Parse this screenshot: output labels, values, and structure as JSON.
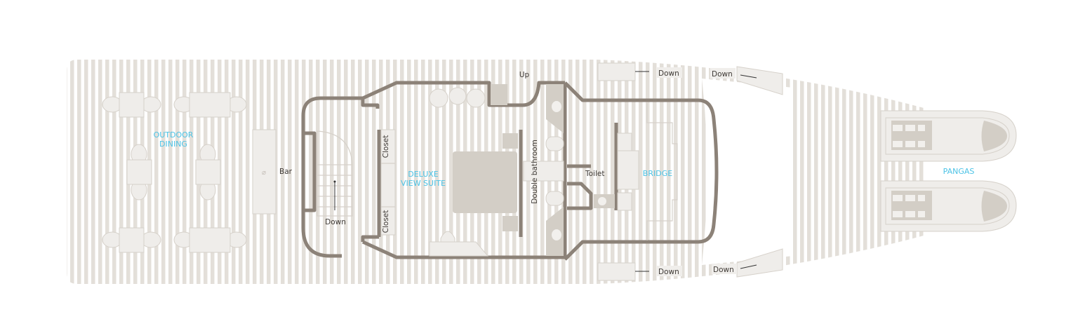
{
  "plan": {
    "areas": {
      "outdoor_dining": [
        "OUTDOOR",
        "DINING"
      ],
      "bar": "Bar",
      "suite": [
        "DELUXE",
        "VIEW SUITE"
      ],
      "closet_top": "Closet",
      "closet_bottom": "Closet",
      "bathroom": "Double bathroom",
      "toilet": "Toilet",
      "bridge": "BRIDGE",
      "pangas": "PANGAS"
    },
    "stairs": {
      "cabin_down": "Down",
      "up": "Up",
      "top_left_down": "Down",
      "top_right_down": "Down",
      "bottom_left_down": "Down",
      "bottom_right_down": "Down"
    }
  },
  "colors": {
    "wall": "#8c8278",
    "deck_stripe": "#e3dfd9",
    "accent_label": "#4cc3e6",
    "furniture": "#d3cec6"
  }
}
